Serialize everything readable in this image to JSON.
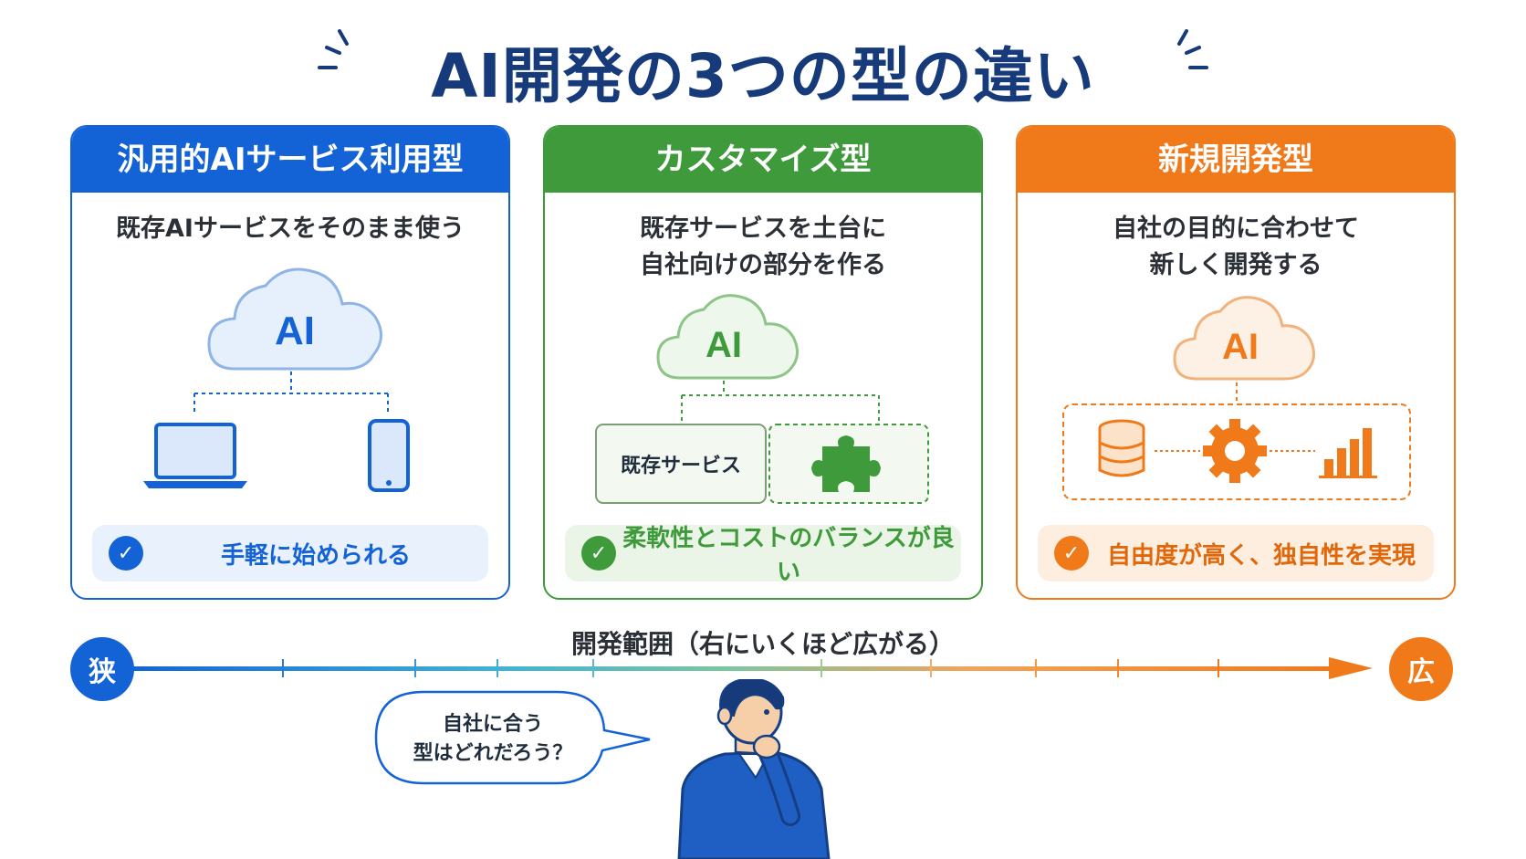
{
  "title": "AI開発の3つの型の違い",
  "cards": [
    {
      "header": "汎用的AIサービス利用型",
      "desc_lines": [
        "既存AIサービスをそのまま使う"
      ],
      "cloud_label": "AI",
      "benefit": "手軽に始められる",
      "color": "#1463d6"
    },
    {
      "header": "カスタマイズ型",
      "desc_lines": [
        "既存サービスを土台に",
        "自社向けの部分を作る"
      ],
      "cloud_label": "AI",
      "box_label": "既存サービス",
      "benefit": "柔軟性とコストのバランスが良い",
      "color": "#3f9a3c"
    },
    {
      "header": "新規開発型",
      "desc_lines": [
        "自社の目的に合わせて",
        "新しく開発する"
      ],
      "cloud_label": "AI",
      "benefit": "自由度が高く、独自性を実現",
      "color": "#f07a1a"
    }
  ],
  "axis": {
    "label": "開発範囲（右にいくほど広がる）",
    "left": "狭",
    "right": "広"
  },
  "speech": {
    "lines": [
      "自社に合う",
      "型はどれだろう？"
    ]
  }
}
